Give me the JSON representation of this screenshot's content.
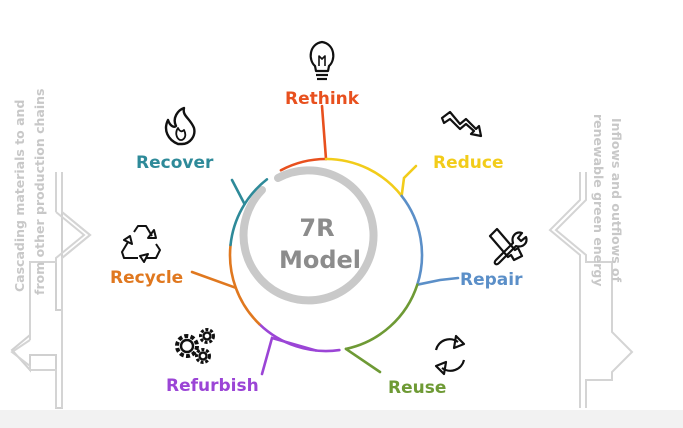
{
  "center": {
    "line1": "7R",
    "line2": "Model"
  },
  "side": {
    "left_line1": "Cascading materials to and",
    "left_line2": "from other production chains",
    "right_line1": "Inflows and outflows of",
    "right_line2": "renewable green energy"
  },
  "stages": [
    {
      "key": "rethink",
      "label": "Rethink",
      "color": "#e8501e",
      "icon": "lightbulb-icon"
    },
    {
      "key": "reduce",
      "label": "Reduce",
      "color": "#f2cc1a",
      "icon": "declining-arrow-icon"
    },
    {
      "key": "repair",
      "label": "Repair",
      "color": "#5b8fc8",
      "icon": "wrench-screwdriver-icon"
    },
    {
      "key": "reuse",
      "label": "Reuse",
      "color": "#6e9a35",
      "icon": "refresh-arrows-icon"
    },
    {
      "key": "refurbish",
      "label": "Refurbish",
      "color": "#9b45d6",
      "icon": "gears-icon"
    },
    {
      "key": "recycle",
      "label": "Recycle",
      "color": "#e0781f",
      "icon": "recycle-icon"
    },
    {
      "key": "recover",
      "label": "Recover",
      "color": "#2e8a99",
      "icon": "flame-icon"
    }
  ]
}
